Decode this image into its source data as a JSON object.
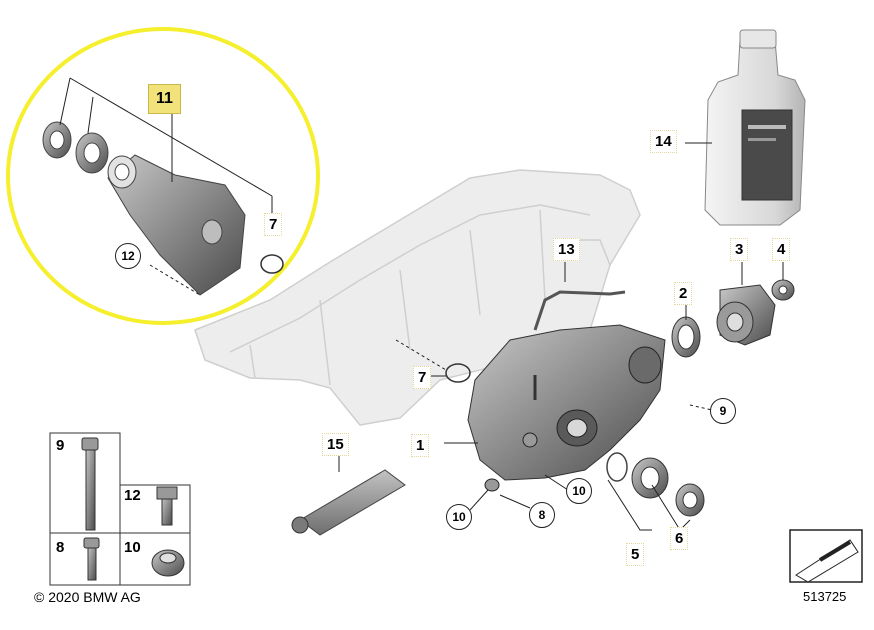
{
  "diagram": {
    "highlighted_part": "11",
    "callouts": {
      "c1": "1",
      "c2": "2",
      "c3": "3",
      "c4": "4",
      "c5": "5",
      "c6": "6",
      "c7a": "7",
      "c7b": "7",
      "c8a": "8",
      "c8b": "8",
      "c9a": "9",
      "c9b": "9",
      "c10a": "10",
      "c10b": "10",
      "c10c": "10",
      "c11": "11",
      "c12a": "12",
      "c12b": "12",
      "c13": "13",
      "c14": "14",
      "c15": "15"
    },
    "copyright": "© 2020 BMW AG",
    "diagram_number": "513725",
    "colors": {
      "highlight": "#f1e27a",
      "circle": "#f5ef2e",
      "parts": "#7d7d7d"
    }
  }
}
